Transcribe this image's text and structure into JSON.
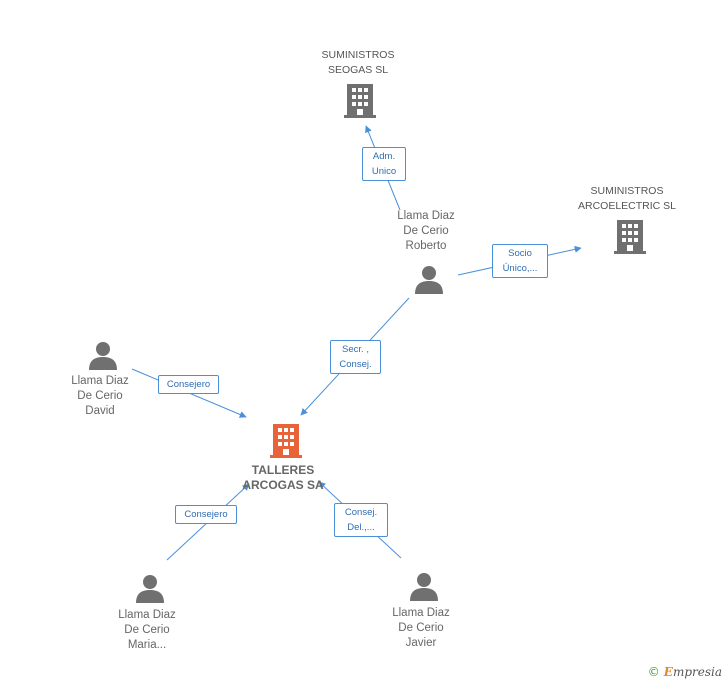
{
  "nodes": {
    "center": {
      "label": "TALLERES\nARCOGAS SA",
      "icon": "building-icon",
      "color": "#e8623a"
    },
    "seogas": {
      "label": "SUMINISTROS\nSEOGAS SL",
      "icon": "building-icon",
      "color": "#707070"
    },
    "arcoelectric": {
      "label": "SUMINISTROS\nARCOELECTRIC SL",
      "icon": "building-icon",
      "color": "#707070"
    },
    "roberto": {
      "label": "Llama Diaz\nDe Cerio\nRoberto",
      "icon": "person-icon",
      "color": "#707070"
    },
    "david": {
      "label": "Llama Diaz\nDe Cerio\nDavid",
      "icon": "person-icon",
      "color": "#707070"
    },
    "maria": {
      "label": "Llama Diaz\nDe Cerio\nMaria...",
      "icon": "person-icon",
      "color": "#707070"
    },
    "javier": {
      "label": "Llama Diaz\nDe Cerio\nJavier",
      "icon": "person-icon",
      "color": "#707070"
    }
  },
  "relations": {
    "roberto_seogas": "Adm.\nUnico",
    "roberto_arcoelectric": "Socio\nÚnico,...",
    "roberto_center": "Secr. ,\nConsej.",
    "david_center": "Consejero",
    "maria_center": "Consejero",
    "javier_center": "Consej.\nDel.,..."
  },
  "footer": {
    "copyright": "©",
    "brand_first": "E",
    "brand_rest": "mpresia"
  },
  "colors": {
    "edge": "#4a90d9",
    "label_border": "#4a90d9",
    "label_text": "#2f6db5"
  }
}
